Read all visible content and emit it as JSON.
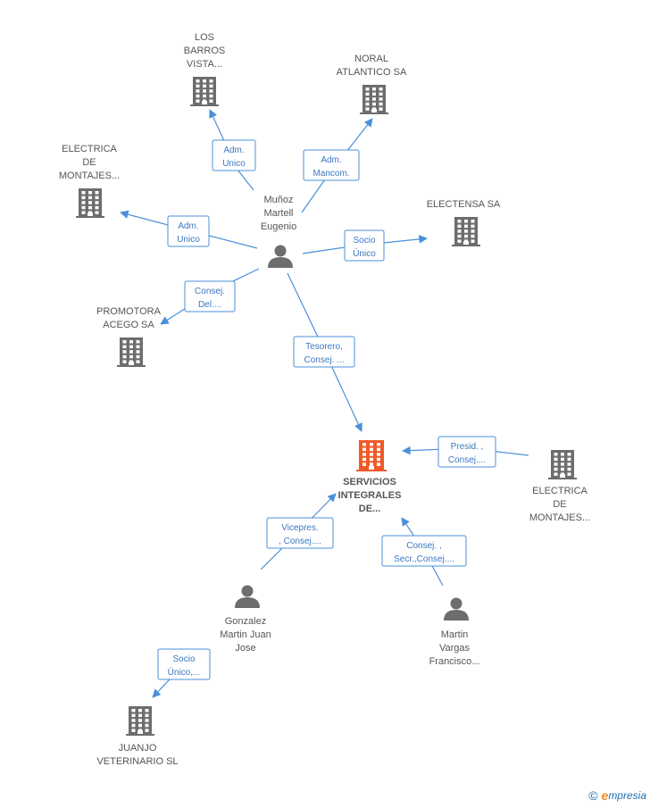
{
  "colors": {
    "accent": "#4a90d9",
    "company": "#6d6d6d",
    "main_company": "#f05a28",
    "person": "#6d6d6d"
  },
  "nodes": [
    {
      "id": "los_barros",
      "type": "company",
      "lines": [
        "LOS",
        "BARROS",
        "VISTA..."
      ]
    },
    {
      "id": "noral",
      "type": "company",
      "lines": [
        "NORAL",
        "ATLANTICO SA"
      ]
    },
    {
      "id": "electrica_top",
      "type": "company",
      "lines": [
        "ELECTRICA",
        "DE",
        "MONTAJES..."
      ]
    },
    {
      "id": "electensa",
      "type": "company",
      "lines": [
        "ELECTENSA SA"
      ]
    },
    {
      "id": "munoz",
      "type": "person",
      "lines": [
        "Muñoz",
        "Martell",
        "Eugenio"
      ]
    },
    {
      "id": "promotora",
      "type": "company",
      "lines": [
        "PROMOTORA",
        "ACEGO SA"
      ]
    },
    {
      "id": "servicios",
      "type": "main",
      "lines": [
        "SERVICIOS",
        "INTEGRALES",
        "DE..."
      ]
    },
    {
      "id": "electrica_right",
      "type": "company",
      "lines": [
        "ELECTRICA",
        "DE",
        "MONTAJES..."
      ]
    },
    {
      "id": "gonzalez",
      "type": "person",
      "lines": [
        "Gonzalez",
        "Martin Juan",
        "Jose"
      ]
    },
    {
      "id": "martin",
      "type": "person",
      "lines": [
        "Martin",
        "Vargas",
        "Francisco..."
      ]
    },
    {
      "id": "juanjo",
      "type": "company",
      "lines": [
        "JUANJO",
        "VETERINARIO SL"
      ]
    }
  ],
  "edges": [
    {
      "id": "e1",
      "from": "munoz",
      "to": "los_barros",
      "lines": [
        "Adm.",
        "Unico"
      ]
    },
    {
      "id": "e2",
      "from": "munoz",
      "to": "noral",
      "lines": [
        "Adm.",
        "Mancom."
      ]
    },
    {
      "id": "e3",
      "from": "munoz",
      "to": "electrica_top",
      "lines": [
        "Adm.",
        "Unico"
      ]
    },
    {
      "id": "e4",
      "from": "munoz",
      "to": "electensa",
      "lines": [
        "Socio",
        "Único"
      ]
    },
    {
      "id": "e5",
      "from": "munoz",
      "to": "promotora",
      "lines": [
        "Consej.",
        "Del...."
      ]
    },
    {
      "id": "e6",
      "from": "munoz",
      "to": "servicios",
      "lines": [
        "Tesorero,",
        "Consej. ..."
      ]
    },
    {
      "id": "e7",
      "from": "electrica_right",
      "to": "servicios",
      "lines": [
        "Presid. ,",
        "Consej...."
      ]
    },
    {
      "id": "e8",
      "from": "gonzalez",
      "to": "servicios",
      "lines": [
        "Vicepres.",
        ", Consej...."
      ]
    },
    {
      "id": "e9",
      "from": "martin",
      "to": "servicios",
      "lines": [
        "Consej. ,",
        "Secr.,Consej...."
      ]
    },
    {
      "id": "e10",
      "from": "gonzalez",
      "to": "juanjo",
      "lines": [
        "Socio",
        "Único,..."
      ]
    }
  ],
  "footer": {
    "copyright": "©",
    "brand_initial": "e",
    "brand_rest": "mpresia"
  }
}
